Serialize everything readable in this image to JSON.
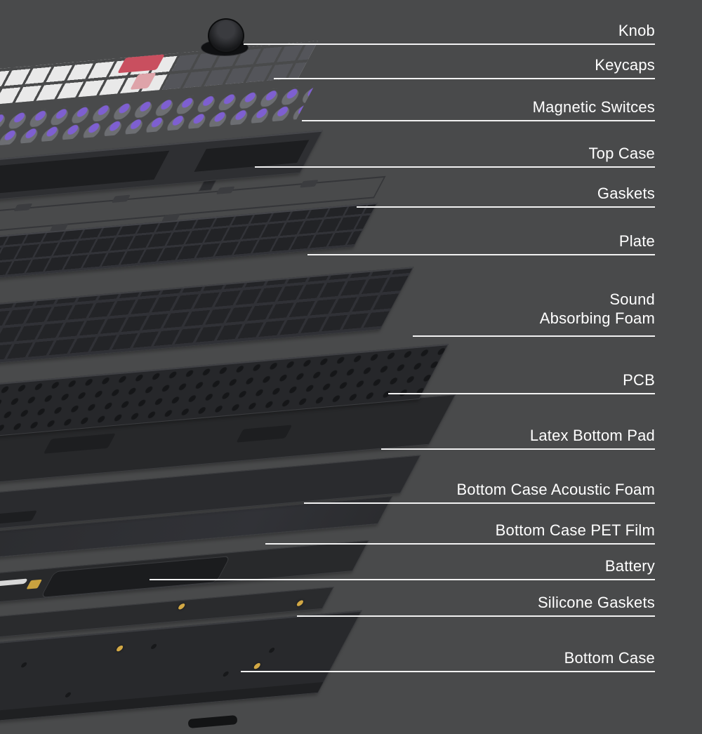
{
  "title": "Keyboard exploded view diagram",
  "colors": {
    "background": "#494a4b",
    "label_text": "#ffffff",
    "callout_line": "#f2f2f2",
    "layer_dark": "#28292b",
    "layer_cutout": "#1d1e20",
    "switch_purple": "#7e5fd1",
    "keycap_white": "#e9e9e9",
    "keycap_dark": "#54555a",
    "accent_red": "#c94f5f",
    "gold": "#d2a845"
  },
  "callouts": [
    {
      "text": "Knob"
    },
    {
      "text": "Keycaps"
    },
    {
      "text": "Magnetic Switces"
    },
    {
      "text": "Top Case"
    },
    {
      "text": "Gaskets"
    },
    {
      "text": "Plate"
    },
    {
      "text": "Sound\nAbsorbing Foam"
    },
    {
      "text": "PCB"
    },
    {
      "text": "Latex Bottom Pad"
    },
    {
      "text": "Bottom Case Acoustic Foam"
    },
    {
      "text": "Bottom Case PET Film"
    },
    {
      "text": "Battery"
    },
    {
      "text": "Silicone Gaskets"
    },
    {
      "text": "Bottom Case"
    }
  ],
  "layers": [
    {
      "name": "knob"
    },
    {
      "name": "keycaps"
    },
    {
      "name": "magnetic-switches"
    },
    {
      "name": "top-case"
    },
    {
      "name": "gaskets"
    },
    {
      "name": "plate"
    },
    {
      "name": "sound-absorbing-foam"
    },
    {
      "name": "pcb"
    },
    {
      "name": "latex-bottom-pad"
    },
    {
      "name": "bottom-case-acoustic-foam"
    },
    {
      "name": "bottom-case-pet-film"
    },
    {
      "name": "battery"
    },
    {
      "name": "silicone-gaskets"
    },
    {
      "name": "bottom-case"
    }
  ]
}
